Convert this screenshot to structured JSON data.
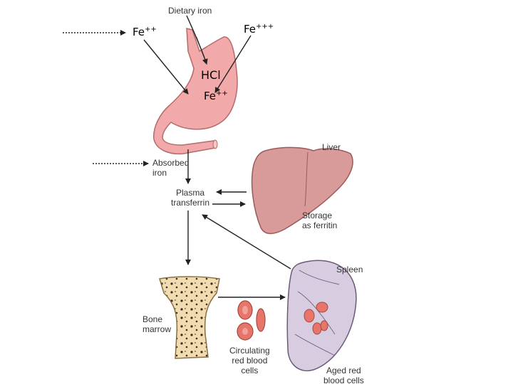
{
  "labels": {
    "dietary_iron": "Dietary iron",
    "absorbed_iron": "Absorbed\niron",
    "plasma_transferrin": "Plasma\ntransferrin",
    "liver": "Liver",
    "storage": "Storage\nas ferritin",
    "spleen": "Spleen",
    "bone_marrow": "Bone\nmarrow",
    "circulating_rbc": "Circulating\nred blood\ncells",
    "aged_rbc": "Aged red\nblood cells",
    "hcl": "HCl"
  },
  "ions": {
    "fe2_left": {
      "base": "Fe",
      "charge": "++"
    },
    "fe3": {
      "base": "Fe",
      "charge": "+++"
    },
    "fe2_stomach": {
      "base": "Fe",
      "charge": "++"
    }
  },
  "colors": {
    "stomach": "#f2a9a9",
    "stomach_outline": "#b56b6b",
    "liver": "#d99a9a",
    "liver_outline": "#9a5a5a",
    "spleen": "#d8cce0",
    "spleen_outline": "#6b5a78",
    "bone": "#f0dcb0",
    "bone_outline": "#8a7040",
    "rbc": "#e8756a",
    "arrow": "#222222"
  }
}
